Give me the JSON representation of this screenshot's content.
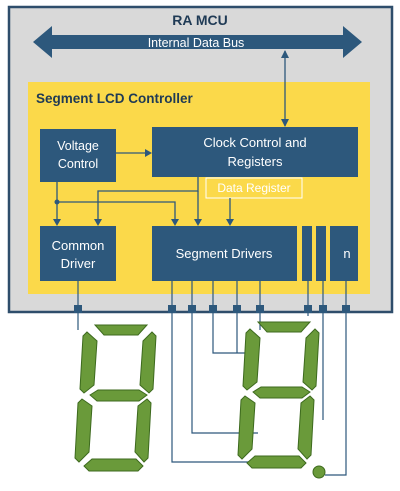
{
  "colors": {
    "mcu_fill": "#d9d9d9",
    "mcu_border": "#2e4d6b",
    "controller_fill": "#fbd94a",
    "block_fill": "#2d587c",
    "block_text": "#ffffff",
    "line": "#2d587c",
    "lcd_segment": "#6a9a3a",
    "lcd_outline": "#3d6a1e"
  },
  "mcu": {
    "title": "RA MCU"
  },
  "bus": {
    "label": "Internal Data Bus"
  },
  "controller": {
    "title": "Segment LCD Controller"
  },
  "blocks": {
    "voltage_control": {
      "line1": "Voltage",
      "line2": "Control"
    },
    "clock_control": {
      "line1": "Clock Control and",
      "line2": "Registers"
    },
    "data_register": {
      "label": "Data Register"
    },
    "common_driver": {
      "line1": "Common",
      "line2": "Driver"
    },
    "segment_drivers": {
      "label": "Segment Drivers"
    },
    "segment_n": {
      "label": "n"
    }
  },
  "lcd": {
    "digits": [
      "digit-1",
      "digit-2"
    ],
    "decimal_point": "decimal-point"
  }
}
